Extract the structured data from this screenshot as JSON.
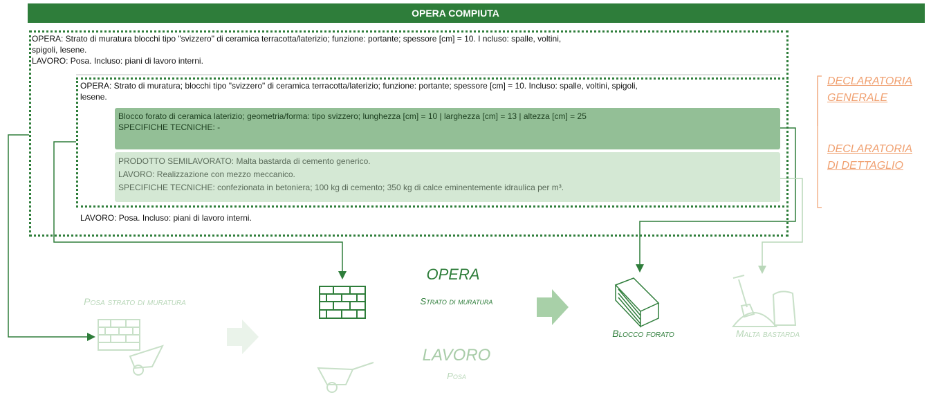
{
  "header": {
    "title": "OPERA COMPIUTA"
  },
  "outer": {
    "line1": "OPERA: Strato di muratura blocchi tipo \"svizzero\" di ceramica terracotta/laterizio; funzione: portante; spessore [cm] = 10. I ncluso: spalle, voltini,",
    "line2": "spigoli, lesene.",
    "line3": "LAVORO: Posa. Incluso: piani di lavoro interni.",
    "bottom": "LAVORO: Posa. Incluso: piani di lavoro interni."
  },
  "inner": {
    "line1": "OPERA: Strato di muratura; blocchi tipo \"svizzero\" di ceramica terracotta/laterizio; funzione: portante; spessore [cm] = 10.   Incluso: spalle, voltini, spigoli,",
    "line2": "lesene."
  },
  "block_box": {
    "line1": "Blocco forato di ceramica laterizio; geometria/forma: tipo svizzero; lunghezza [cm] = 10 | larghezza [cm] = 13 | altezza [cm]   = 25",
    "line2": "SPECIFICHE TECNICHE: -"
  },
  "mortar_box": {
    "line1": "PRODOTTO SEMILAVORATO: Malta bastarda di cemento generico.",
    "line2": "LAVORO: Realizzazione con mezzo meccanico.",
    "line3": "SPECIFICHE TECNICHE: confezionata in betoniera; 100 kg di cemento; 350 kg di calce eminentemente idraulica per m³."
  },
  "side_labels": {
    "general_1": "DECLARATORIA",
    "general_2": "GENERALE",
    "detail_1": "DECLARATORIA",
    "detail_2": "DI DETTAGLIO"
  },
  "diagram": {
    "posa_strato": "Posa strato di muratura",
    "opera": "OPERA",
    "strato": "Strato di muratura",
    "lavoro": "LAVORO",
    "posa": "Posa",
    "blocco": "Blocco forato",
    "malta": "Malta bastarda"
  },
  "colors": {
    "green": "#2e7d3a",
    "light_green": "#b9d7b9",
    "orange": "#f0a070"
  }
}
